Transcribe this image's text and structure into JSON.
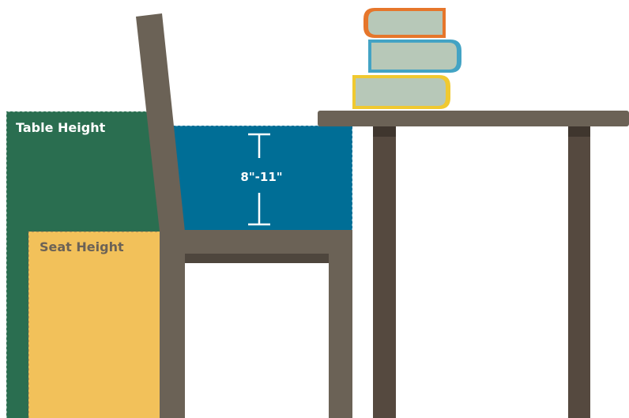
{
  "labels": {
    "table_height": "Table Height",
    "seat_height": "Seat Height",
    "clearance": "8\"-11\""
  },
  "colors": {
    "table_zone": "#2a6e50",
    "seat_zone": "#f2c15a",
    "clearance_zone": "#006e96",
    "furniture": "#6b6256",
    "furniture_shadow": "#4e463d",
    "book_pages": "#b7c8b8",
    "book_cover_top": "#e6762b",
    "book_cover_middle": "#43a3c4",
    "book_cover_bottom": "#f0c930",
    "label_light": "#ffffff",
    "label_dark": "#6b6256"
  }
}
